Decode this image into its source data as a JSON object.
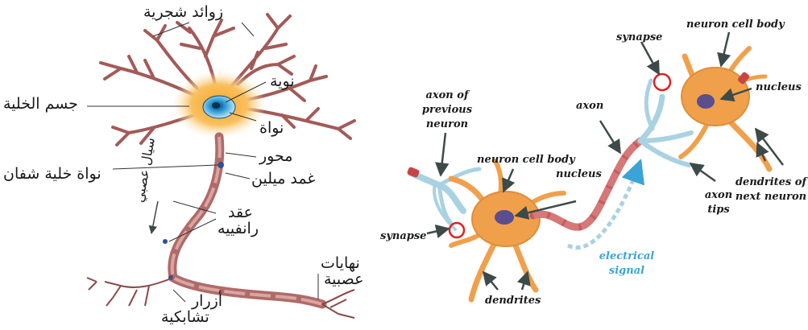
{
  "left_diagram": {
    "labels": {
      "dendrites": "زوائد شجرية",
      "nucleolus": "نوية",
      "cell_body": "جسم الخلية",
      "nucleus": "نواة",
      "axon": "محور",
      "schwann_nucleus": "نواة خلية شفان",
      "myelin_sheath": "غمد ميلين",
      "nerve_impulse": "سيال عصبي",
      "ranvier_line1": "عقد",
      "ranvier_line2": "رانفييه",
      "terminals_line1": "نهايات",
      "terminals_line2": "عصبية",
      "buttons_line1": "أزرار",
      "buttons_line2": "تشابكية"
    }
  },
  "right_diagram": {
    "labels": {
      "synapse_top": "synapse",
      "cell_body_top": "neuron cell body",
      "nucleus_top": "nucleus",
      "axon": "axon",
      "prev_axon_line1": "axon of",
      "prev_axon_line2": "previous",
      "prev_axon_line3": "neuron",
      "cell_body_bottom": "neuron cell body",
      "nucleus_bottom": "nucleus",
      "synapse_bottom": "synapse",
      "dendrites": "dendrites",
      "electrical_line1": "electrical",
      "electrical_line2": "signal",
      "axon_tips_line1": "axon",
      "axon_tips_line2": "tips",
      "next_dendrites_line1": "dendrites of",
      "next_dendrites_line2": "next neuron"
    },
    "colors": {
      "cell_orange": "#f0a04b",
      "nucleus_purple": "#5a4e8f",
      "axon_red": "#c85a5a",
      "axon_tip_blue": "#a9d2e3",
      "signal_blue": "#3ba3d6",
      "synapse_circle": "#e02020",
      "arrow_gray": "#3d4a4a"
    }
  }
}
